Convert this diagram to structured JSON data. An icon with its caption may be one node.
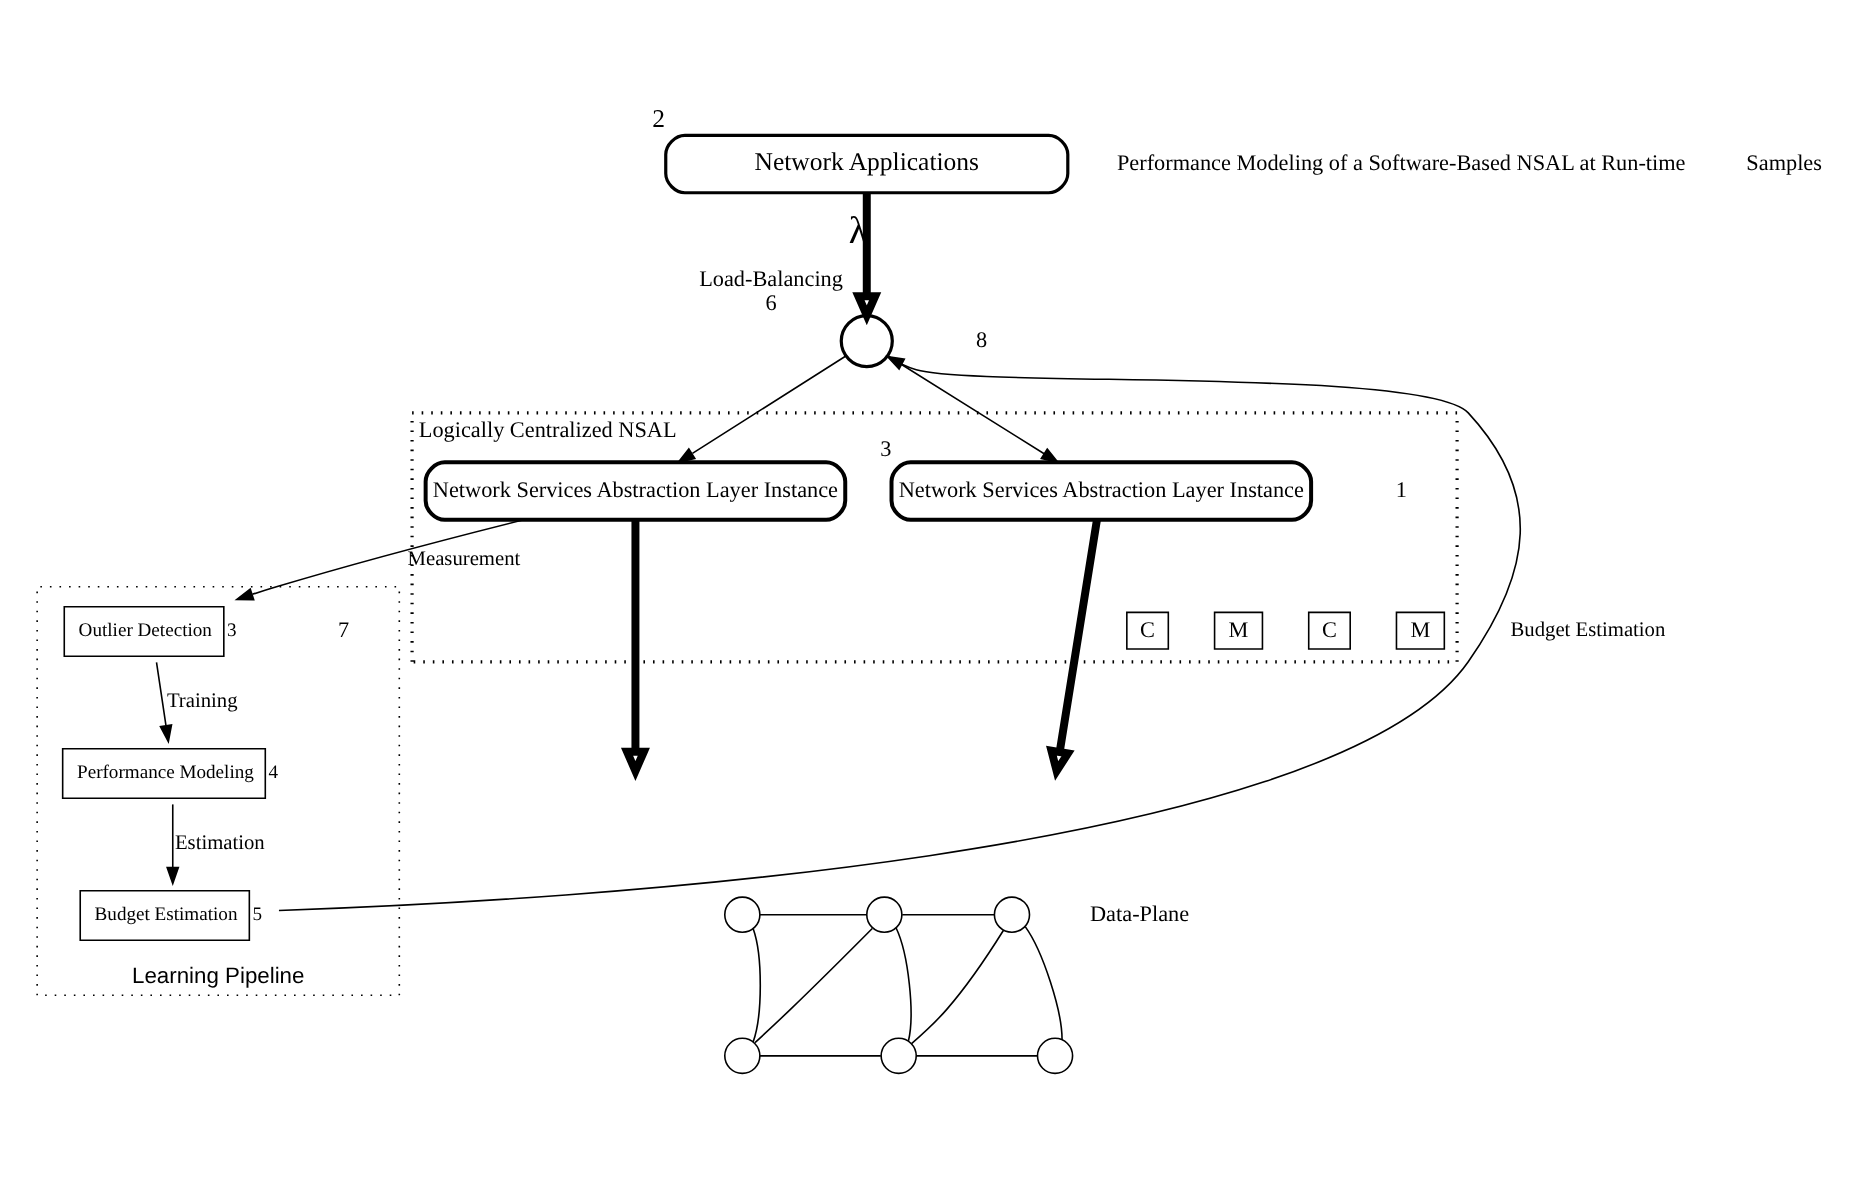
{
  "diagram": {
    "nodes": [
      {
        "text": [
          "Network Applications"
        ],
        "beside": [
          "2"
        ]
      },
      {
        "text": [],
        "shape": "circle",
        "beside": [
          "Load-Balancing",
          "6"
        ]
      },
      {
        "text": [
          "Logically Centralized NSAL"
        ],
        "beside": [
          "1"
        ]
      },
      {
        "text": [
          "Network Services Abstraction Layer Instance"
        ],
        "in": 2,
        "beside": [
          "3"
        ]
      },
      {
        "text": [
          "C"
        ],
        "in": 2
      },
      {
        "text": [
          "M"
        ],
        "in": 2
      },
      {
        "text": [
          "Network Services Abstraction Layer Instance"
        ],
        "in": 2
      },
      {
        "text": [
          "C"
        ],
        "in": 2
      },
      {
        "text": [
          "M"
        ],
        "in": 2
      },
      {
        "text": [
          "Learning Pipeline"
        ],
        "beside": [
          "7"
        ]
      },
      {
        "text": [
          "Outlier Detection"
        ],
        "in": 9,
        "beside": [
          "3"
        ]
      },
      {
        "text": [
          "Performance Modeling"
        ],
        "in": 9,
        "beside": [
          "4"
        ]
      },
      {
        "text": [
          "Budget Estimation"
        ],
        "in": 9,
        "beside": [
          "5"
        ]
      },
      {
        "text": [],
        "shape": "circle"
      },
      {
        "text": [],
        "shape": "circle"
      },
      {
        "text": [],
        "shape": "circle"
      },
      {
        "text": [],
        "shape": "circle"
      },
      {
        "text": [],
        "shape": "circle"
      },
      {
        "text": [],
        "shape": "circle"
      }
    ],
    "edges": [
      {
        "from": 0,
        "to": 1,
        "arrow": "to",
        "label": "λ",
        "style": "thick"
      },
      {
        "from": 1,
        "to": 3,
        "arrow": "to"
      },
      {
        "from": 1,
        "to": 6,
        "arrow": "to"
      },
      {
        "from": 6,
        "to": 10,
        "arrow": "to",
        "label": "Measurement"
      },
      {
        "from": 10,
        "to": 11,
        "arrow": "to",
        "label": "Training"
      },
      {
        "from": 11,
        "to": 12,
        "arrow": "to",
        "label": "Estimation"
      },
      {
        "from": 12,
        "to": 1,
        "arrow": "to",
        "label": "Budget Estimation"
      },
      {
        "from": 3,
        "to": null,
        "arrow": "to",
        "style": "thick"
      },
      {
        "from": 6,
        "to": null,
        "arrow": "to",
        "style": "thick"
      },
      {
        "from": 13,
        "to": 15,
        "arrow": "none"
      },
      {
        "from": 13,
        "to": 14,
        "arrow": "none"
      },
      {
        "from": 14,
        "to": 15,
        "arrow": "none"
      },
      {
        "from": 15,
        "to": 16,
        "arrow": "none"
      },
      {
        "from": 15,
        "to": 18,
        "arrow": "none"
      },
      {
        "from": 14,
        "to": 16,
        "arrow": "none"
      },
      {
        "from": 16,
        "to": 17,
        "arrow": "none"
      },
      {
        "from": 16,
        "to": 18,
        "arrow": "none"
      },
      {
        "from": 17,
        "to": 18,
        "arrow": "none"
      }
    ],
    "labels": [
      "Performance Modeling of a Software-Based NSAL at Run-time",
      "8",
      "Samples",
      "Data-Plane"
    ]
  }
}
